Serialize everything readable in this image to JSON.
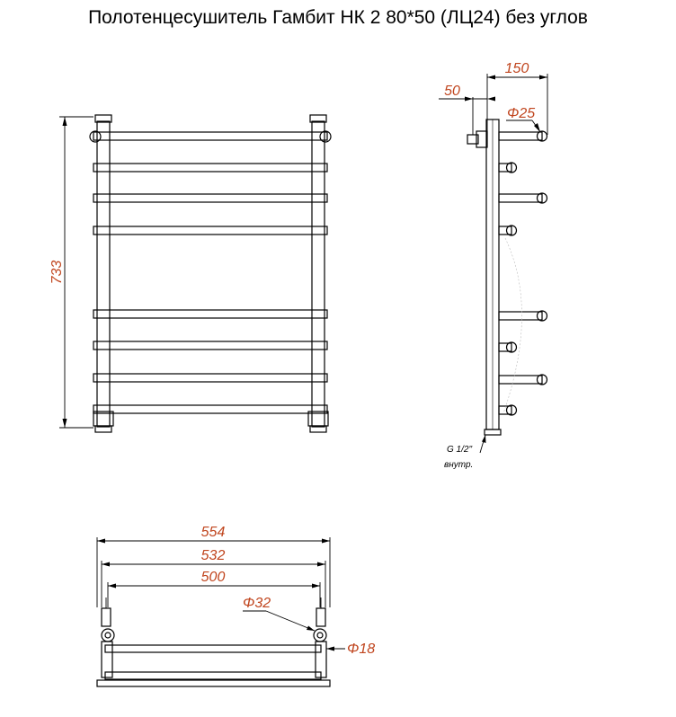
{
  "title": "Полотенцесушитель Гамбит НК 2 80*50 (ЛЦ24) без углов",
  "colors": {
    "line": "#000000",
    "dimension_text": "#c0451e",
    "background": "#ffffff"
  },
  "front_view": {
    "height_label": "733"
  },
  "side_view": {
    "depth_label": "150",
    "wall_offset_label": "50",
    "bar_diameter_label": "Φ25",
    "thread_label": "G 1/2\"",
    "thread_note": "внутр."
  },
  "top_view": {
    "total_width_label": "554",
    "inner_width_label": "532",
    "axis_width_label": "500",
    "riser_diameter_label": "Φ32",
    "rung_diameter_label": "Φ18"
  }
}
